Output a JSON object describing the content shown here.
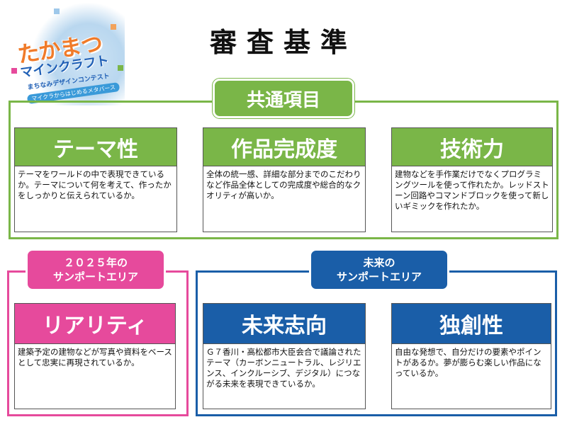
{
  "logo": {
    "title": "たかまつ",
    "subtitle": "マインクラフト",
    "tagline": "まちなみデザインコンテスト",
    "ribbon": "マイクラからはじめるメタバース"
  },
  "page_title": "審査基準",
  "common": {
    "label": "共通項目",
    "cards": [
      {
        "title": "テーマ性",
        "text": "テーマをワールドの中で表現できているか。テーマについて何を考えて、作ったかをしっかりと伝えられているか。"
      },
      {
        "title": "作品完成度",
        "text": "全体の統一感、詳細な部分までのこだわりなど作品全体としての完成度や総合的なクオリティが高いか。"
      },
      {
        "title": "技術力",
        "text": "建物などを手作業だけでなくプログラミングツールを使って作れたか。レッドストーン回路やコマンドブロックを使って新しいギミックを作れたか。"
      }
    ]
  },
  "support_2025": {
    "label_line1": "２０２５年の",
    "label_line2": "サンポートエリア",
    "cards": [
      {
        "title": "リアリティ",
        "text": "建築予定の建物などが写真や資料をベースとして忠実に再現されているか。"
      }
    ]
  },
  "support_future": {
    "label_line1": "未来の",
    "label_line2": "サンポートエリア",
    "cards": [
      {
        "title": "未来志向",
        "text": "Ｇ７香川・高松都市大臣会合で議論されたテーマ（カーボンニュートラル、レジリエンス、インクルーシブ、デジタル）につながる未来を表現できているか。"
      },
      {
        "title": "独創性",
        "text": "自由な発想で、自分だけの要素やポイントがあるか。夢が膨らむ楽しい作品になっているか。"
      }
    ]
  },
  "colors": {
    "green": "#7ab648",
    "pink": "#e64a9c",
    "blue": "#1a5ea8"
  }
}
